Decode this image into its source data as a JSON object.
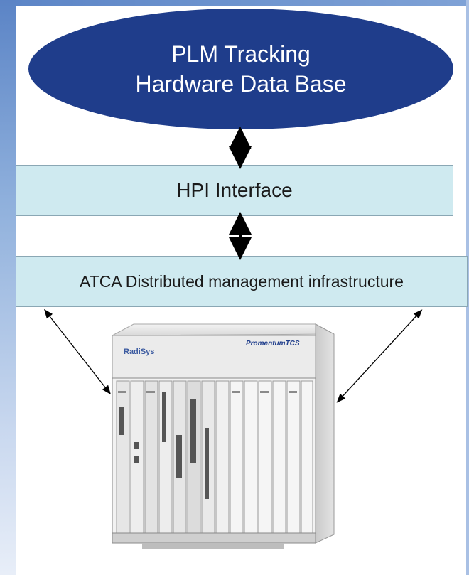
{
  "plm_db": {
    "line1": "PLM Tracking",
    "line2": "Hardware Data Base"
  },
  "hpi_box": {
    "label": "HPI Interface"
  },
  "atca_box": {
    "label": "ATCA Distributed management infrastructure"
  },
  "chassis": {
    "brand_label": "RadiSys",
    "product_label": "PromentumTCS"
  },
  "colors": {
    "ellipse": "#1f3d8b",
    "box_fill": "#cfeaf0",
    "frame": "#6f94cf"
  }
}
